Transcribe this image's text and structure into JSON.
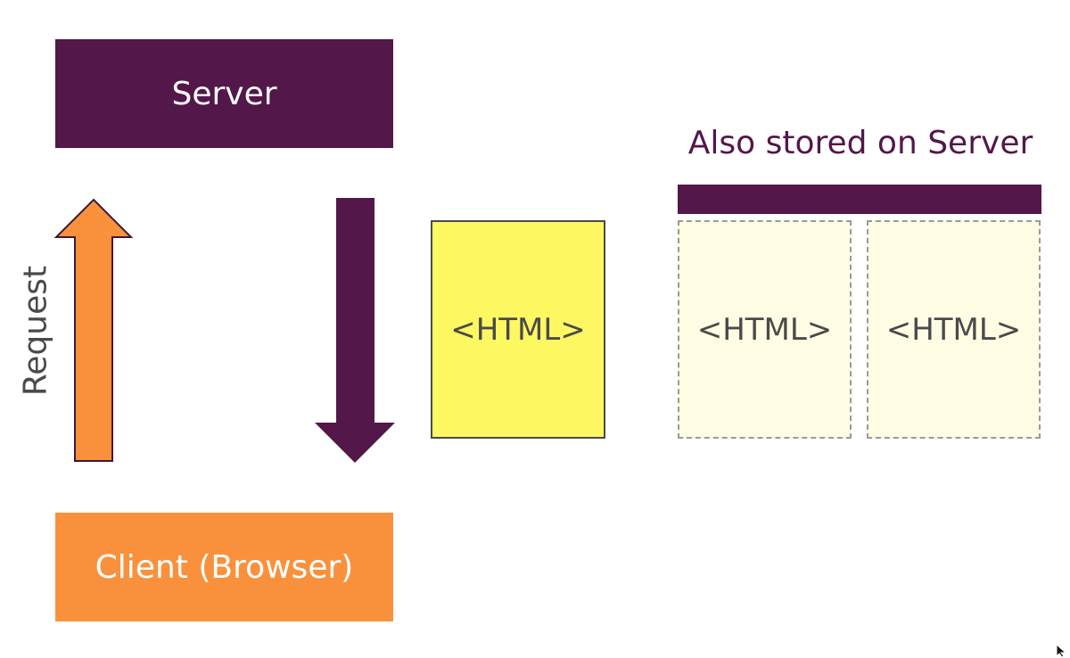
{
  "colors": {
    "server": "#53174a",
    "client": "#f9913c",
    "html_doc": "#fdf762",
    "cached_doc": "#fefde3",
    "stored_bar": "#53174a"
  },
  "server": {
    "label": "Server"
  },
  "client": {
    "label": "Client (Browser)"
  },
  "request": {
    "label": "Request"
  },
  "response_doc": {
    "label": "<HTML>"
  },
  "stored": {
    "title": "Also stored on Server",
    "docs": [
      {
        "label": "<HTML>"
      },
      {
        "label": "<HTML>"
      }
    ]
  },
  "icons": {
    "up_arrow": "arrow-up-icon",
    "down_arrow": "arrow-down-icon",
    "cursor": "mouse-pointer-icon"
  }
}
